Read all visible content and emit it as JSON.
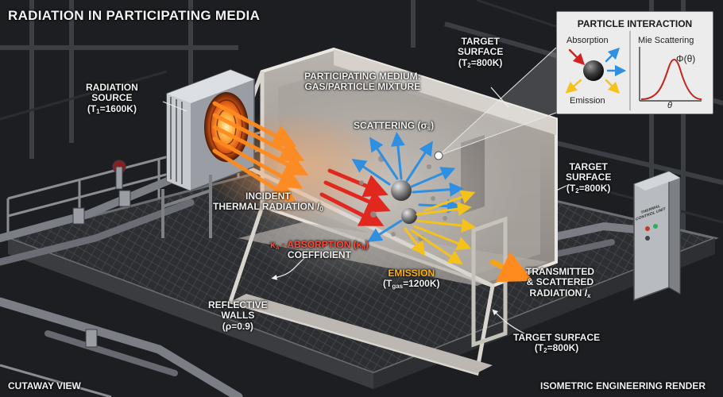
{
  "title": "RADIATION IN PARTICIPATING MEDIA",
  "footer_left": "CUTAWAY VIEW",
  "footer_right": "ISOMETRIC ENGINEERING RENDER",
  "labels": {
    "radiation_source": {
      "line1": "RADIATION",
      "line2": "SOURCE",
      "line3": "(T",
      "sub": "1",
      "line3b": "=1600K)"
    },
    "participating_medium": {
      "line1": "PARTICIPATING MEDIUM:",
      "line2": "GAS/PARTICLE MIXTURE"
    },
    "scattering": {
      "text": "SCATTERING (σ",
      "sub": "s",
      "close": ")"
    },
    "incident": {
      "line1": "INCIDENT",
      "line2": "THERMAL RADIATION ",
      "symbol": "I",
      "sub": "0"
    },
    "absorption": {
      "pre": "κ",
      "pre_sub": "a",
      "mid": " - ABSORPTION (κ",
      "mid_sub": "a",
      "close": ")",
      "line2": "COEFFICIENT"
    },
    "emission": {
      "line1": "EMISSION",
      "line2": "(T",
      "sub": "gas",
      "line2b": "=1200K)"
    },
    "reflective_walls": {
      "line1": "REFLECTIVE",
      "line2": "WALLS",
      "line3": "(ρ=0.9)"
    },
    "transmitted": {
      "line1": "TRANSMITTED",
      "line2": "& SCATTERED",
      "line3": "RADIATION ",
      "symbol": "I",
      "sub": "x"
    },
    "target_top": {
      "line1": "TARGET",
      "line2": "SURFACE",
      "line3": "(T",
      "sub": "2",
      "line3b": "=800K)"
    },
    "target_right": {
      "line1": "TARGET",
      "line2": "SURFACE",
      "line3": "(T",
      "sub": "2",
      "line3b": "=800K)"
    },
    "target_bottom": {
      "line1": "TARGET SURFACE",
      "line2": "(T",
      "sub": "2",
      "line2b": "=800K)"
    },
    "control_panel": {
      "line1": "THERMAL",
      "line2": "CONTROL UNIT"
    }
  },
  "inset": {
    "title": "PARTICLE INTERACTION",
    "absorption": "Absorption",
    "emission": "Emission",
    "mie": "Mie Scattering",
    "phase_fn": "Φ(θ)",
    "axis": "θ"
  },
  "colors": {
    "absorption_red": "#e0281e",
    "emission_yellow": "#f5c21b",
    "scatter_blue": "#2f8fe0",
    "source_orange": "#ff8a1e",
    "transmitted_orange": "#f6a31c"
  }
}
